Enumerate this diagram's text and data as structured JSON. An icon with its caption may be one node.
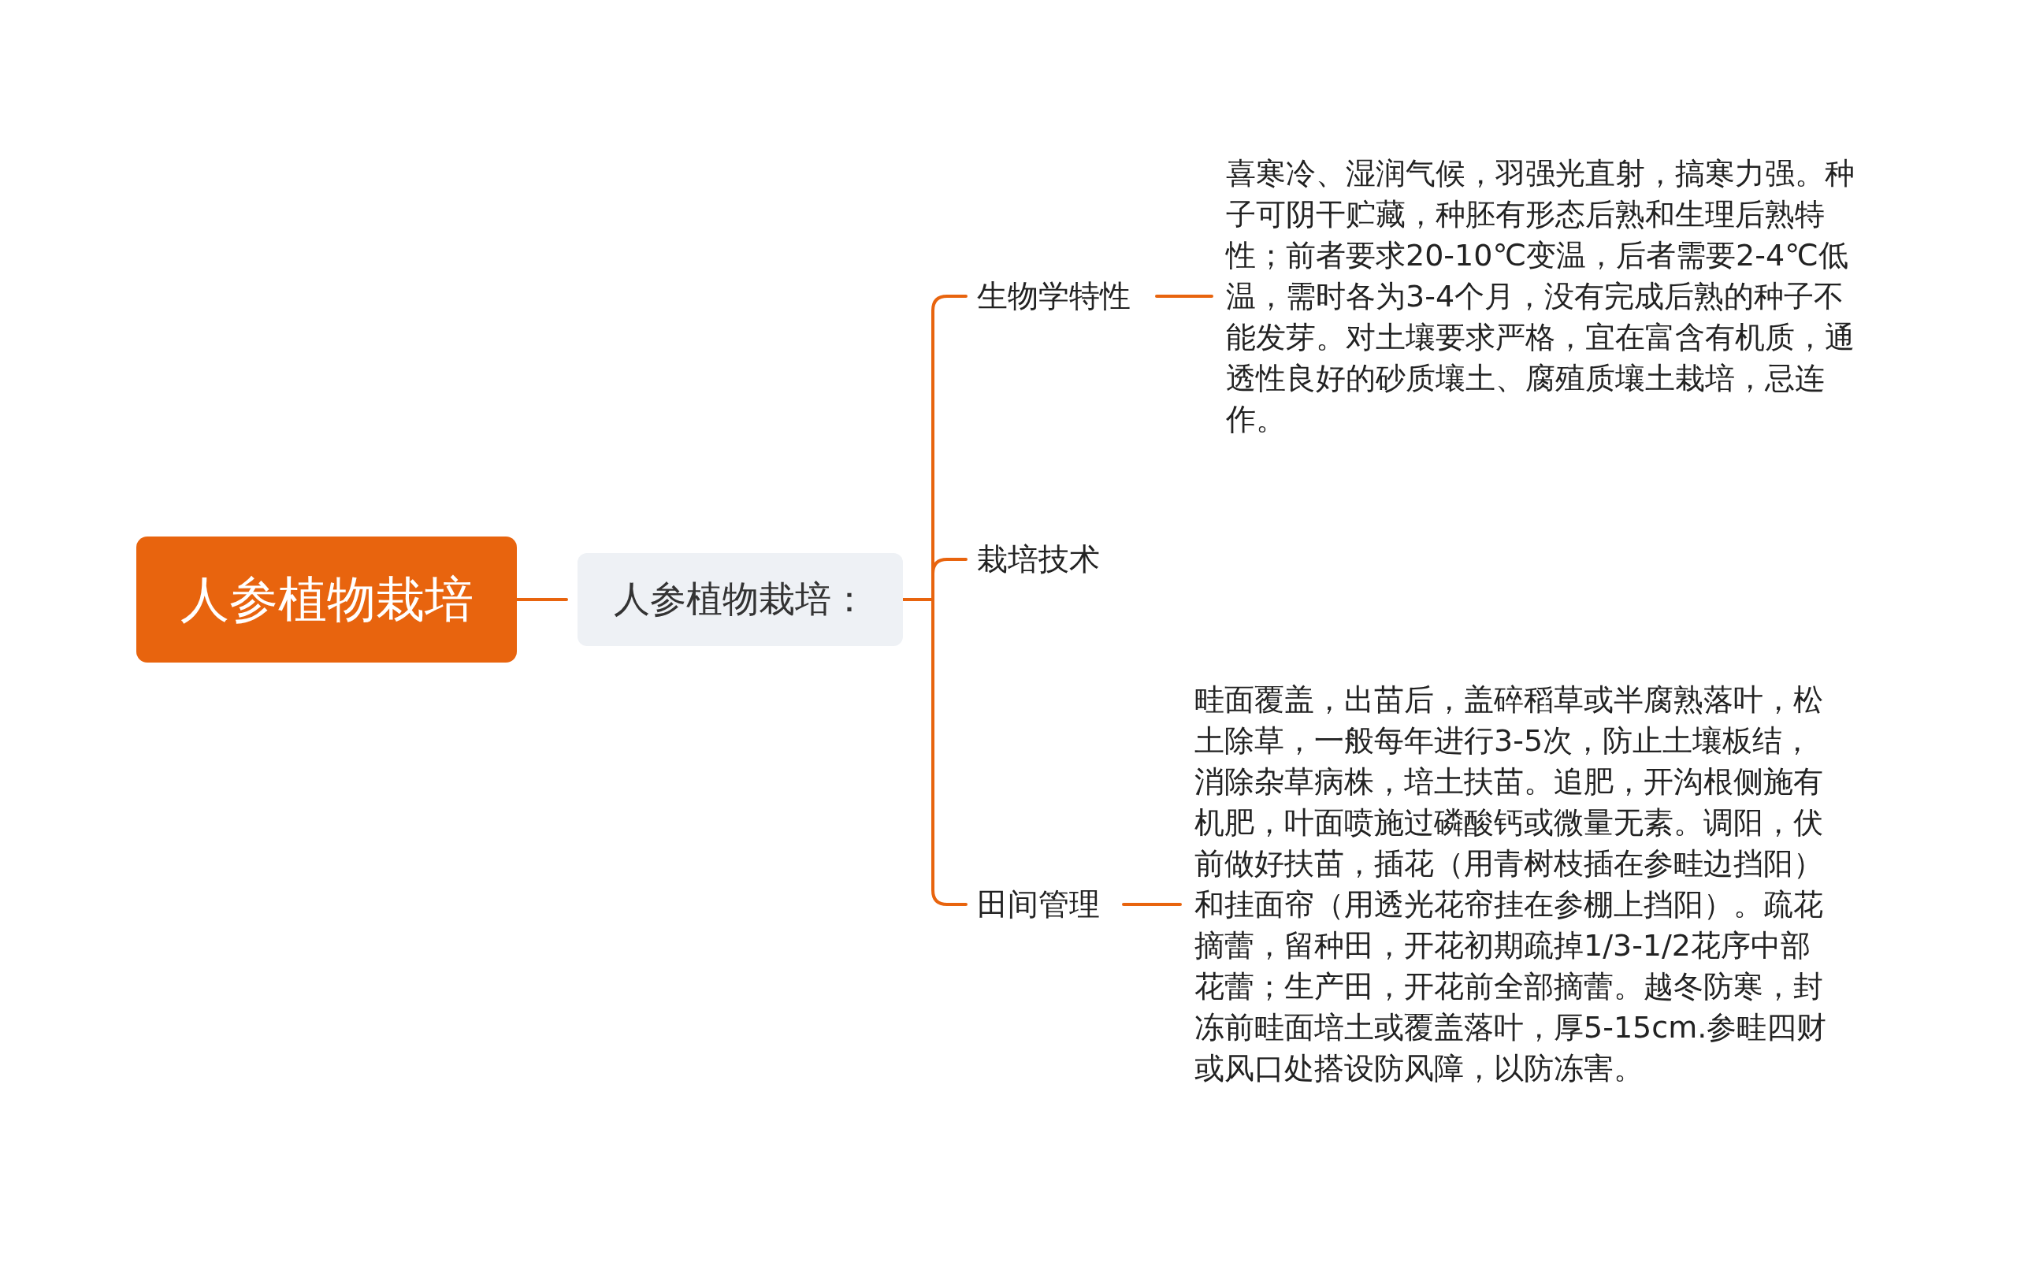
{
  "diagram": {
    "nodes": [
      {
        "text": [
          "人参植物栽培"
        ]
      },
      {
        "text": [
          "人参植物栽培："
        ]
      },
      {
        "text": [
          "生物学特性"
        ]
      },
      {
        "text": [
          "喜寒冷、湿润气候，羽强光直射，搞寒力强。种子可阴干贮藏，种胚有形态后熟和生理后熟特性；前者要求20-10℃变温，后者需要2-4℃低温，需时各为3-4个月，没有完成后熟的种子不能发芽。对土壤要求严格，宜在富含有机质，通透性良好的砂质壤土、腐殖质壤土栽培，忌连作。"
        ]
      },
      {
        "text": [
          "栽培技术"
        ]
      },
      {
        "text": [
          "田间管理"
        ]
      },
      {
        "text": [
          "畦面覆盖，出苗后，盖碎稻草或半腐熟落叶，松土除草，一般每年进行3-5次，防止土壤板结，消除杂草病株，培土扶苗。追肥，开沟根侧施有机肥，叶面喷施过磷酸钙或微量无素。调阳，伏前做好扶苗，插花（用青树枝插在参畦边挡阳）和挂面帘（用透光花帘挂在参棚上挡阳）。疏花摘蕾，留种田，开花初期疏掉1/3-1/2花序中部花蕾；生产田，开花前全部摘蕾。越冬防寒，封冻前畦面培土或覆盖落叶，厚5-15cm.参畦四财或风口处搭设防风障，以防冻害。"
        ]
      }
    ],
    "edges": [
      {
        "from": 0,
        "to": 1,
        "arrow": "none"
      },
      {
        "from": 1,
        "to": 2,
        "arrow": "none"
      },
      {
        "from": 1,
        "to": 4,
        "arrow": "none"
      },
      {
        "from": 1,
        "to": 5,
        "arrow": "none"
      },
      {
        "from": 2,
        "to": 3,
        "arrow": "none"
      },
      {
        "from": 5,
        "to": 6,
        "arrow": "none"
      }
    ]
  }
}
